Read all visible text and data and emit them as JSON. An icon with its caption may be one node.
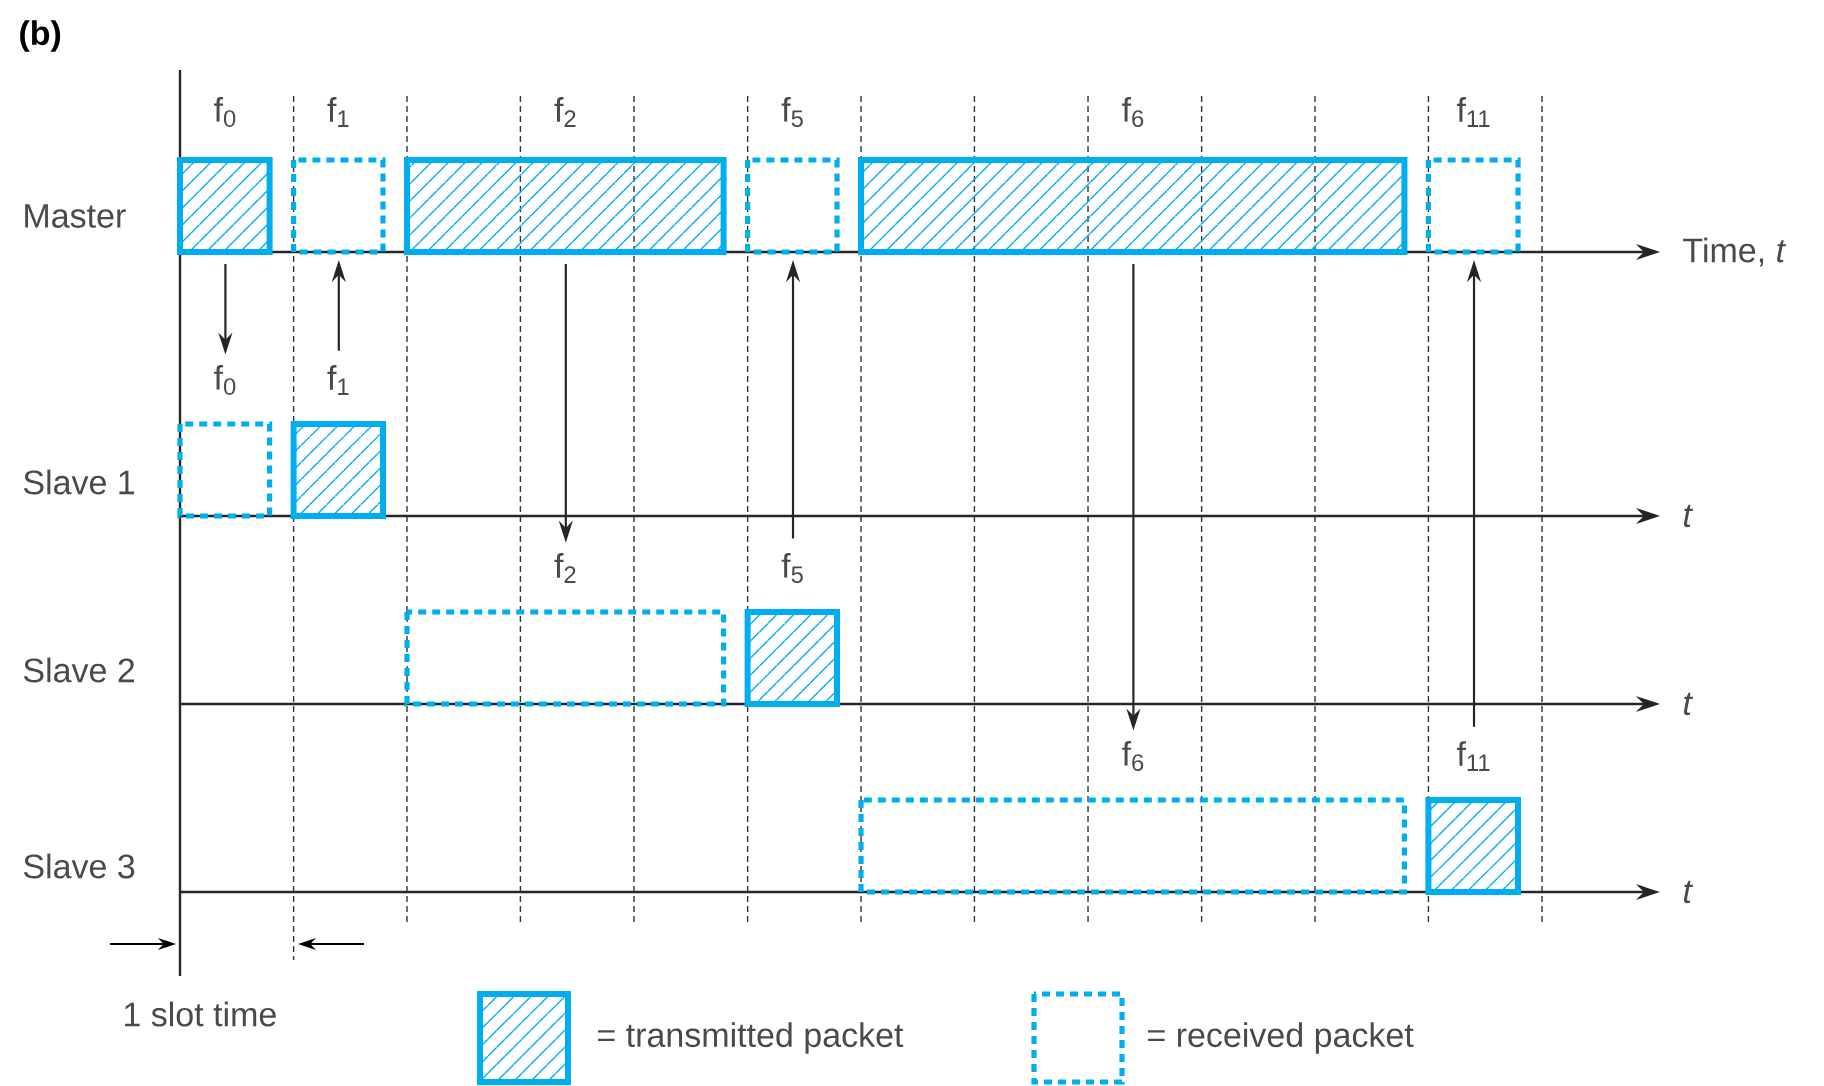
{
  "diagram": {
    "nodes": [
      {
        "text": [
          "f$_{0}$"
        ]
      },
      {
        "text": [
          "f$_{1}$"
        ]
      },
      {
        "text": [
          "f$_{2}$"
        ]
      },
      {
        "text": [
          "f$_{5}$"
        ]
      },
      {
        "text": [
          "f$_{6}$"
        ]
      },
      {
        "text": [
          "f$_{11}$"
        ]
      },
      {
        "text": [
          "f$_{0}$"
        ]
      },
      {
        "text": [
          "f$_{1}$"
        ]
      },
      {
        "text": [
          "f$_{2}$"
        ]
      },
      {
        "text": [
          "f$_{5}$"
        ]
      },
      {
        "text": [
          "f$_{6}$"
        ]
      },
      {
        "text": [
          "f$_{11}$"
        ]
      }
    ],
    "edges": [
      {
        "from": 0,
        "to": 6,
        "arrow": "to"
      },
      {
        "from": 7,
        "to": 1,
        "arrow": "to"
      },
      {
        "from": 2,
        "to": 8,
        "arrow": "to"
      },
      {
        "from": 9,
        "to": 3,
        "arrow": "to"
      },
      {
        "from": 4,
        "to": 10,
        "arrow": "to"
      },
      {
        "from": 11,
        "to": 5,
        "arrow": "to"
      }
    ],
    "labels": [
      "(b)",
      "Master",
      "Time, *t*",
      "Slave 1",
      "t",
      "Slave 2",
      "t",
      "Slave 3",
      "t",
      "1 slot time"
    ],
    "legend": [
      {
        "text": "= transmitted packet"
      },
      {
        "text": "= received packet"
      }
    ]
  }
}
